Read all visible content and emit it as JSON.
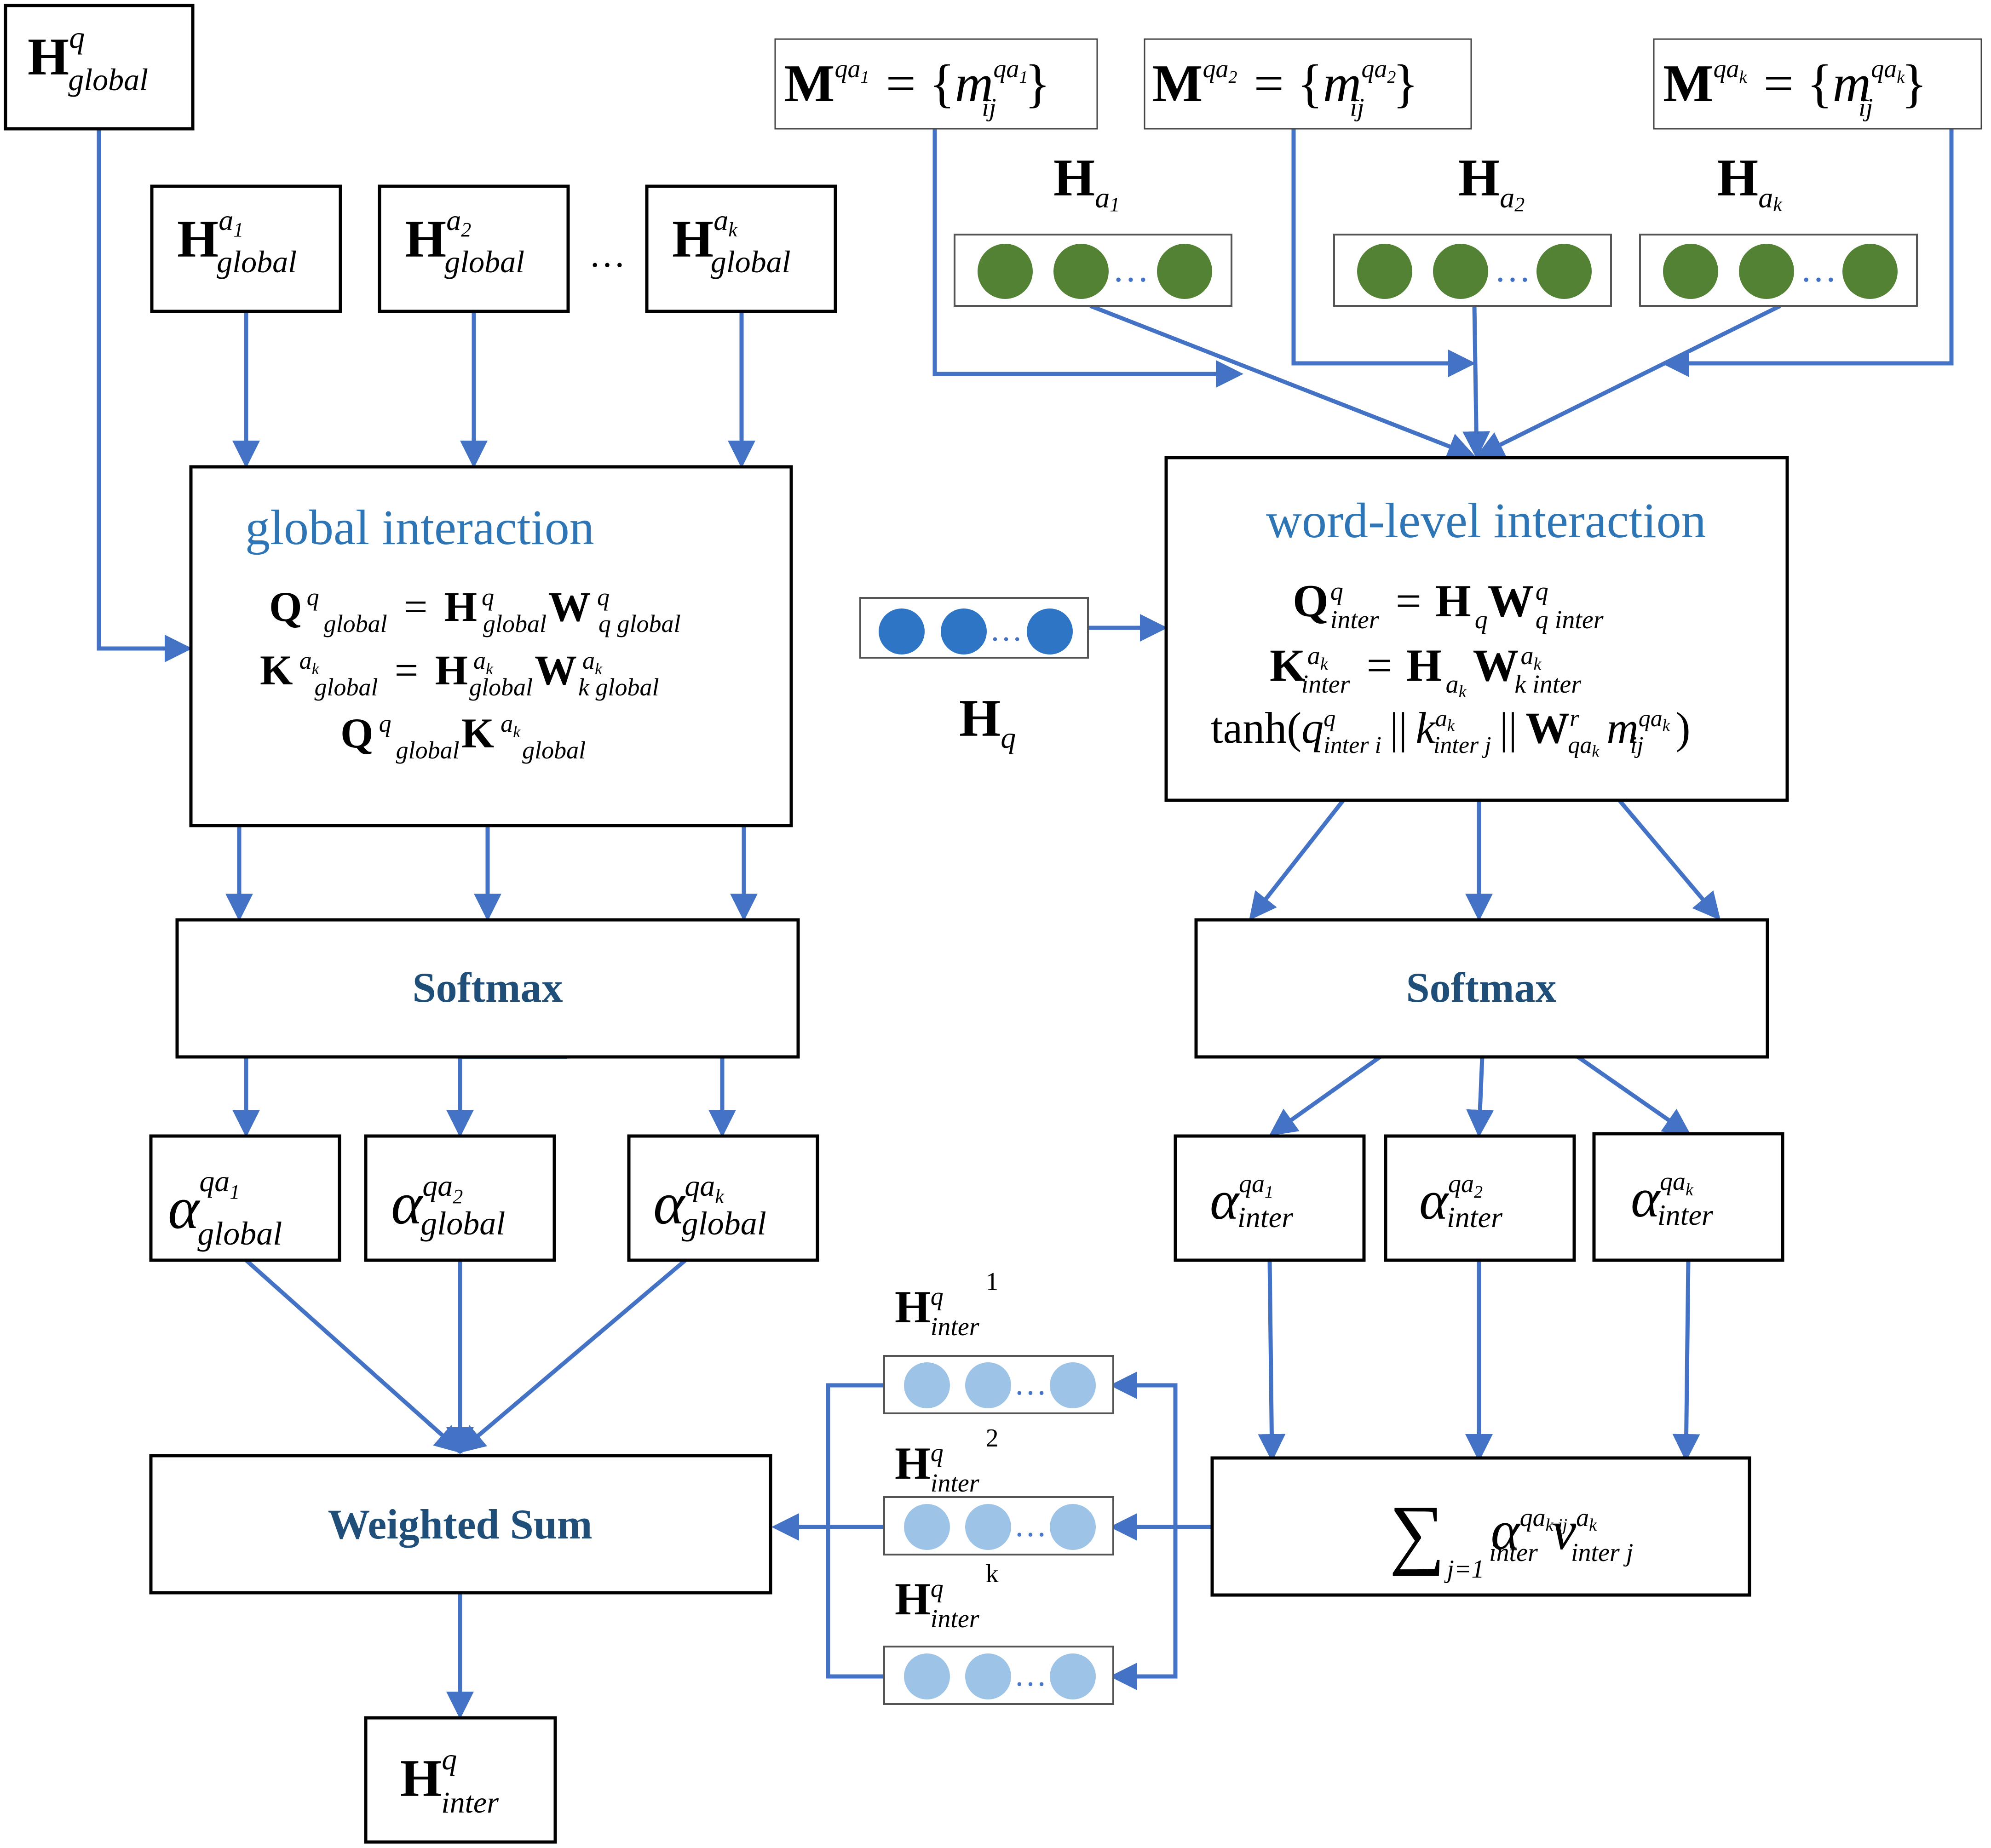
{
  "colors": {
    "arrow": "#4472C4",
    "title_blue": "#2E75B6",
    "label_dark": "#1F4E79",
    "node_green": "#548235",
    "node_blue": "#2E75C6",
    "node_light": "#9DC3E6",
    "ellipsis_blue": "#4472C4"
  },
  "left": {
    "title": "global interaction",
    "softmax_label": "Softmax",
    "weighted_sum_label": "Weighted Sum",
    "input_ellipsis": "…",
    "hq_global": {
      "base": "H",
      "sup": "q",
      "sub": "global"
    },
    "ha_global": [
      {
        "base": "H",
        "sup": "a",
        "supsub": "1",
        "sub": "global"
      },
      {
        "base": "H",
        "sup": "a",
        "supsub": "2",
        "sub": "global"
      },
      {
        "base": "H",
        "sup": "a",
        "supsub": "k",
        "sub": "global"
      }
    ],
    "equations": [
      {
        "lhs": "Q",
        "lhs_sup": "q",
        "lhs_sub": "global",
        "eq": "=",
        "h": "H",
        "h_sup": "q",
        "h_sub": "global",
        "w": "W",
        "w_sup": "q",
        "w_sub": "q global"
      },
      {
        "lhs": "K",
        "lhs_sup": "a",
        "lhs_supsub": "k",
        "lhs_sub": "global",
        "eq": "=",
        "h": "H",
        "h_sup": "a",
        "h_supsub": "k",
        "h_sub": "global",
        "w": "W",
        "w_sup": "a",
        "w_supsub": "k",
        "w_sub": "k global"
      },
      {
        "q": "Q",
        "q_sup": "q",
        "q_sub": "global",
        "k": "K",
        "k_sup": "a",
        "k_supsub": "k",
        "k_sub": "global"
      }
    ],
    "alphas": [
      {
        "base": "α",
        "sup": "qa",
        "supsub": "1",
        "sub": "global"
      },
      {
        "base": "α",
        "sup": "qa",
        "supsub": "2",
        "sub": "global"
      },
      {
        "base": "α",
        "sup": "qa",
        "supsub": "k",
        "sub": "global"
      }
    ],
    "output": {
      "base": "H",
      "sup": "q",
      "sub": "inter"
    }
  },
  "right": {
    "title": "word-level interaction",
    "softmax_label": "Softmax",
    "m_sets": [
      {
        "M": "M",
        "sup": "qa",
        "supsub": "1",
        "eq": "= {",
        "m": "m",
        "m_sup": "qa",
        "m_supsub": "1",
        "m_sub": "ij",
        "close": "}"
      },
      {
        "M": "M",
        "sup": "qa",
        "supsub": "2",
        "eq": "= {",
        "m": "m",
        "m_sup": "qa",
        "m_supsub": "2",
        "m_sub": "ij",
        "close": "}"
      },
      {
        "M": "M",
        "sup": "qa",
        "supsub": "k",
        "eq": "= {",
        "m": "m",
        "m_sup": "qa",
        "m_supsub": "k",
        "m_sub": "ij",
        "close": "}"
      }
    ],
    "ha_labels": [
      {
        "base": "H",
        "sub": "a",
        "subsub": "1"
      },
      {
        "base": "H",
        "sub": "a",
        "subsub": "2"
      },
      {
        "base": "H",
        "sub": "a",
        "subsub": "k"
      }
    ],
    "hq_label": {
      "base": "H",
      "sub": "q"
    },
    "node_ellipsis": "…",
    "equations": [
      {
        "lhs": "Q",
        "lhs_sup": "q",
        "lhs_sub": "inter",
        "eq": "=",
        "h": "H",
        "h_sub": "q",
        "w": "W",
        "w_sup": "q",
        "w_sub": "q inter"
      },
      {
        "lhs": "K",
        "lhs_sup": "a",
        "lhs_supsub": "k",
        "lhs_sub": "inter",
        "eq": "=",
        "h": "H",
        "h_sub": "a",
        "h_subsub": "k",
        "w": "W",
        "w_sup": "a",
        "w_supsub": "k",
        "w_sub": "k inter"
      },
      {
        "fn": "tanh(",
        "q": "q",
        "q_sup": "q",
        "q_sub": "inter i",
        "sep1": "||",
        "k": "k",
        "k_sup": "a",
        "k_supsub": "k",
        "k_sub": "inter j",
        "sep2": "||",
        "w": "W",
        "w_sup": "r",
        "w_sub": "qa",
        "w_subsub": "k",
        "m": "m",
        "m_sup": "qa",
        "m_supsub": "k",
        "m_sub": "ij",
        "close": ")"
      }
    ],
    "alphas": [
      {
        "base": "α",
        "sup": "qa",
        "supsub": "1",
        "sub": "inter"
      },
      {
        "base": "α",
        "sup": "qa",
        "supsub": "2",
        "sub": "inter"
      },
      {
        "base": "α",
        "sup": "qa",
        "supsub": "k",
        "sub": "inter"
      }
    ],
    "sum": {
      "sigma": "∑",
      "lower": "j=1",
      "alpha": "α",
      "alpha_sup": "qa",
      "alpha_supsub": "k ij",
      "alpha_sub": "inter",
      "v": "v",
      "v_sup": "a",
      "v_supsub": "k",
      "v_sub": "inter j"
    }
  },
  "middle": {
    "h_inter": [
      {
        "base": "H",
        "sup": "q",
        "sub": "inter",
        "index": "1"
      },
      {
        "base": "H",
        "sup": "q",
        "sub": "inter",
        "index": "2"
      },
      {
        "base": "H",
        "sup": "q",
        "sub": "inter",
        "index": "k"
      }
    ],
    "node_ellipsis": "…"
  }
}
